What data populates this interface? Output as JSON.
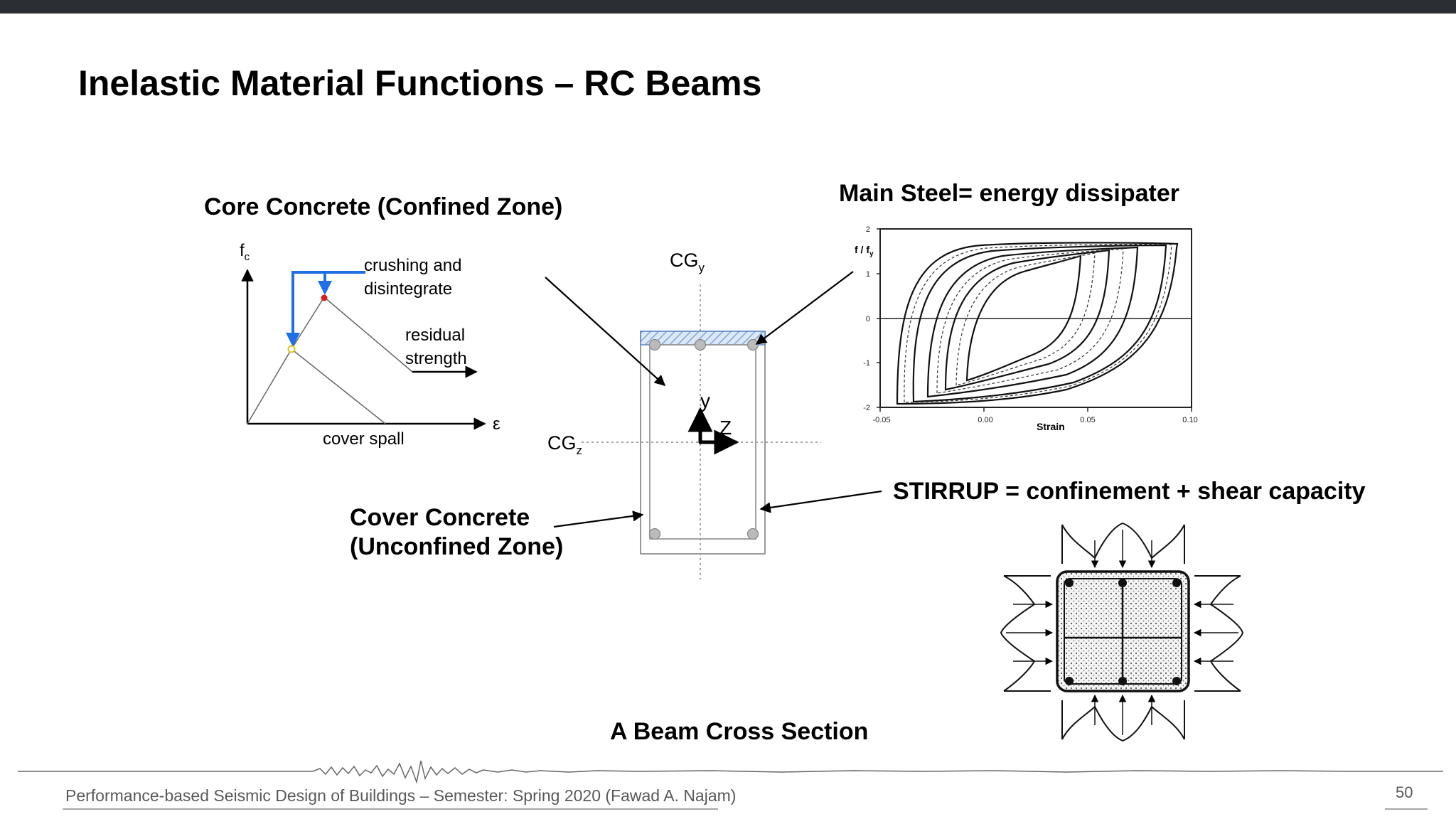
{
  "slide": {
    "title": "Inelastic Material Functions – RC Beams",
    "footer": "Performance-based Seismic Design of Buildings – Semester: Spring 2020 (Fawad A. Najam)",
    "page_number": "50"
  },
  "labels": {
    "core_concrete": "Core Concrete (Confined Zone)",
    "main_steel": "Main Steel= energy dissipater",
    "cover_line1": "Cover Concrete",
    "cover_line2": "(Unconfined Zone)",
    "stirrup": "STIRRUP = confinement + shear capacity",
    "section_caption": "A Beam Cross Section"
  },
  "concrete_curve": {
    "y_axis_main": "f",
    "y_axis_sub": "c",
    "x_axis": "ε",
    "crushing_line1": "crushing and",
    "crushing_line2": "disintegrate",
    "residual_line1": "residual",
    "residual_line2": "strength",
    "cover_spall": "cover spall"
  },
  "cross_section": {
    "cg_y_main": "CG",
    "cg_y_sub": "y",
    "cg_z_main": "CG",
    "cg_z_sub": "z",
    "axis_y": "y",
    "axis_z": "Z"
  },
  "hysteresis": {
    "y_label_main": "f / f",
    "y_label_sub": "y",
    "x_label": "Strain",
    "y_ticks": [
      "2",
      "1",
      "0",
      "-1",
      "-2"
    ],
    "x_ticks": [
      "-0.05",
      "0.00",
      "0.05",
      "0.10"
    ]
  },
  "colors": {
    "arrow_blue": "#1f6fe5",
    "crush_dot": "#d42020",
    "yield_dot": "#e6c21a",
    "hatch": "#8fb4e6"
  }
}
